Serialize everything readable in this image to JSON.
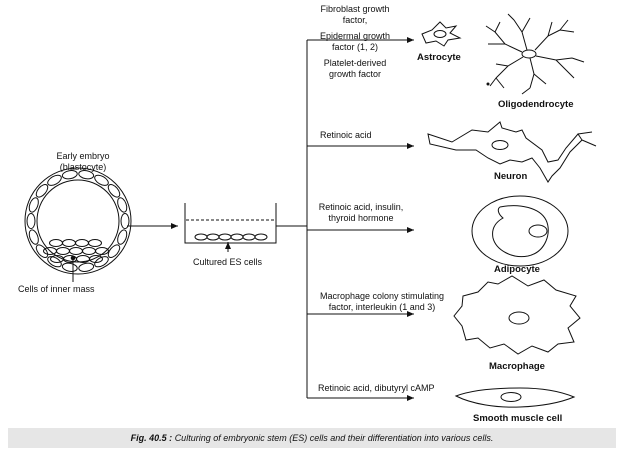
{
  "embryo": {
    "title_line1": "Early embryo",
    "title_line2": "(blastocyte)",
    "inner_mass_label": "Cells of inner mass"
  },
  "dish": {
    "label": "Cultured ES cells"
  },
  "branches": [
    {
      "factors": [
        "Fibroblast growth factor,",
        "Epidermal growth factor (1, 2)",
        "Platelet-derived growth factor"
      ],
      "cells": [
        "Astrocyte",
        "Oligodendrocyte"
      ]
    },
    {
      "factors": [
        "Retinoic acid"
      ],
      "cells": [
        "Neuron"
      ]
    },
    {
      "factors": [
        "Retinoic acid, insulin, thyroid hormone"
      ],
      "cells": [
        "Adipocyte"
      ]
    },
    {
      "factors": [
        "Macrophage colony stimulating factor, interleukin (1 and 3)"
      ],
      "cells": [
        "Macrophage"
      ]
    },
    {
      "factors": [
        "Retinoic acid, dibutyryl cAMP"
      ],
      "cells": [
        "Smooth muscle cell"
      ]
    }
  ],
  "caption": {
    "fig": "Fig. 40.5 :",
    "text": "Culturing of embryonic stem (ES) cells and their differentiation into various cells."
  }
}
